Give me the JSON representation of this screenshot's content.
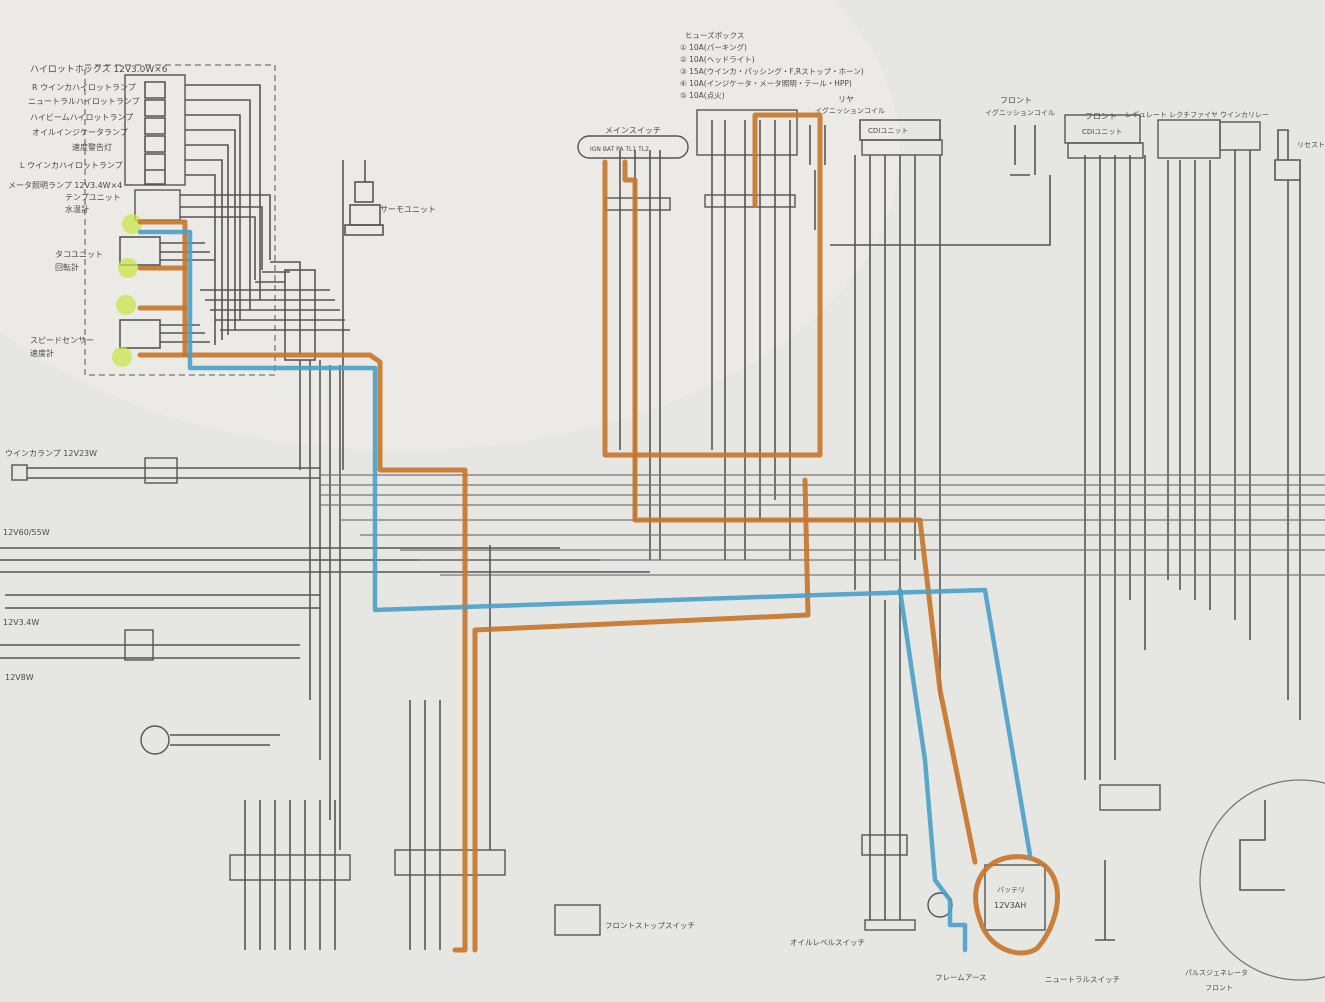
{
  "labels": {
    "pilot_box": "ハイロットホックス 12V3.0W×6",
    "r_winker_pilot": "R ウインカハイロットランプ",
    "neutral_pilot": "ニュートラルハイロットランプ",
    "highbeam_pilot": "ハイビームハイロットランプ",
    "oil_indicator": "オイルインジケータランプ",
    "speed_warning": "速度警告灯",
    "l_winker_pilot": "L ウインカハイロットランプ",
    "meter_light": "メータ照明ランプ 12V3.4W×4",
    "temp_unit": "テンプユニット",
    "water_temp": "水温計",
    "tacho_unit": "タコユニット",
    "tachometer": "回転計",
    "speed_sensor": "スピードセンサー",
    "speedometer": "速度計",
    "thermo_unit": "サーモユニット",
    "fuse_box": "ヒューズボックス",
    "fuse_1": "① 10A(パーキング)",
    "fuse_2": "② 10A(ヘッドライト)",
    "fuse_3": "③ 15A(ウインカ・パッシング・F,Rストップ・ホーン)",
    "fuse_4": "④ 10A(インジケータ・メータ照明・テール・HPP)",
    "fuse_5": "⑤ 10A(点火)",
    "main_switch": "メインスイッチ",
    "ms_terms": "IGN BAT PA TL1 TL2",
    "rear": "リヤ",
    "rear_ign_coil": "イグニッションコイル",
    "rear_cdi": "CDIユニット",
    "front": "フロント",
    "front_ign_coil": "イグニッションコイル",
    "front_cdi_title": "フロント",
    "front_cdi": "CDIユニット",
    "regulator": "レギュレート レクチファイヤ",
    "winker_relay": "ウインカリレー",
    "reset": "リセスト",
    "winker_lamp": "ウインカランプ 12V23W",
    "headlight": "12V60/55W",
    "lamp_3_4w": "12V3.4W",
    "lamp_8w": "12V8W",
    "front_stop_switch": "フロントストップスイッチ",
    "oil_level_switch": "オイルレベルスイッチ",
    "frame_earth": "フレームアース",
    "battery": "バッテリ",
    "battery_spec": "12V3AH",
    "neutral_switch": "ニュートラルスイッチ",
    "pulser": "パルスジェネレータ",
    "pulser_front": "フロント"
  },
  "colors": {
    "orange_trace": "#c8762c",
    "blue_trace": "#4aa0c8",
    "highlight": "#c8e64a"
  }
}
